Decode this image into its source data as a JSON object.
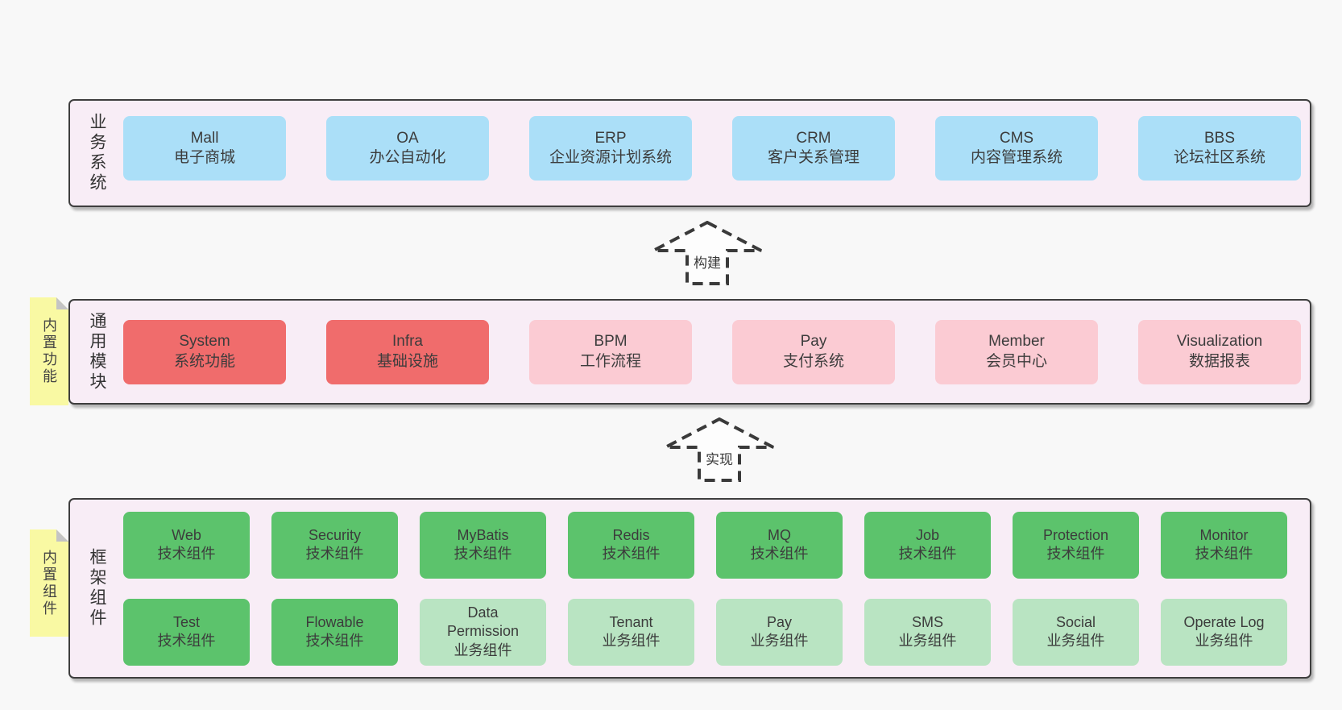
{
  "colors": {
    "page_bg": "#f8f8f8",
    "container_bg": "#f8edf6",
    "border": "#3e3e3e",
    "text": "#3c3c3c",
    "blue": "#abdff8",
    "red": "#f06c6c",
    "pink": "#fbcbd3",
    "green_dark": "#5cc36c",
    "green_light": "#b9e4c2",
    "sticky_yellow": "#f9f9a3",
    "fold_gray": "#c4c4c4",
    "arrow_fill": "#fdfdfd",
    "arrow_stroke": "#3a3a3a"
  },
  "layers": [
    {
      "id": "business",
      "label": "业务系统",
      "rows": [
        [
          {
            "title": "Mall",
            "subtitle": "电子商城",
            "variant": "blue"
          },
          {
            "title": "OA",
            "subtitle": "办公自动化",
            "variant": "blue"
          },
          {
            "title": "ERP",
            "subtitle": "企业资源计划系统",
            "variant": "blue"
          },
          {
            "title": "CRM",
            "subtitle": "客户关系管理",
            "variant": "blue"
          },
          {
            "title": "CMS",
            "subtitle": "内容管理系统",
            "variant": "blue"
          },
          {
            "title": "BBS",
            "subtitle": "论坛社区系统",
            "variant": "blue"
          }
        ]
      ]
    },
    {
      "id": "modules",
      "label": "通用模块",
      "sticky_label": "内置功能",
      "rows": [
        [
          {
            "title": "System",
            "subtitle": "系统功能",
            "variant": "red"
          },
          {
            "title": "Infra",
            "subtitle": "基础设施",
            "variant": "red"
          },
          {
            "title": "BPM",
            "subtitle": "工作流程",
            "variant": "pink"
          },
          {
            "title": "Pay",
            "subtitle": "支付系统",
            "variant": "pink"
          },
          {
            "title": "Member",
            "subtitle": "会员中心",
            "variant": "pink"
          },
          {
            "title": "Visualization",
            "subtitle": "数据报表",
            "variant": "pink"
          }
        ]
      ]
    },
    {
      "id": "components",
      "label": "框架组件",
      "sticky_label": "内置组件",
      "rows": [
        [
          {
            "title": "Web",
            "subtitle": "技术组件",
            "variant": "green-dark"
          },
          {
            "title": "Security",
            "subtitle": "技术组件",
            "variant": "green-dark"
          },
          {
            "title": "MyBatis",
            "subtitle": "技术组件",
            "variant": "green-dark"
          },
          {
            "title": "Redis",
            "subtitle": "技术组件",
            "variant": "green-dark"
          },
          {
            "title": "MQ",
            "subtitle": "技术组件",
            "variant": "green-dark"
          },
          {
            "title": "Job",
            "subtitle": "技术组件",
            "variant": "green-dark"
          },
          {
            "title": "Protection",
            "subtitle": "技术组件",
            "variant": "green-dark"
          },
          {
            "title": "Monitor",
            "subtitle": "技术组件",
            "variant": "green-dark"
          }
        ],
        [
          {
            "title": "Test",
            "subtitle": "技术组件",
            "variant": "green-dark"
          },
          {
            "title": "Flowable",
            "subtitle": "技术组件",
            "variant": "green-dark"
          },
          {
            "title": "Data Permission",
            "subtitle": "业务组件",
            "variant": "green-light"
          },
          {
            "title": "Tenant",
            "subtitle": "业务组件",
            "variant": "green-light"
          },
          {
            "title": "Pay",
            "subtitle": "业务组件",
            "variant": "green-light"
          },
          {
            "title": "SMS",
            "subtitle": "业务组件",
            "variant": "green-light"
          },
          {
            "title": "Social",
            "subtitle": "业务组件",
            "variant": "green-light"
          },
          {
            "title": "Operate Log",
            "subtitle": "业务组件",
            "variant": "green-light"
          }
        ]
      ]
    }
  ],
  "arrows": [
    {
      "label": "构建"
    },
    {
      "label": "实现"
    }
  ]
}
